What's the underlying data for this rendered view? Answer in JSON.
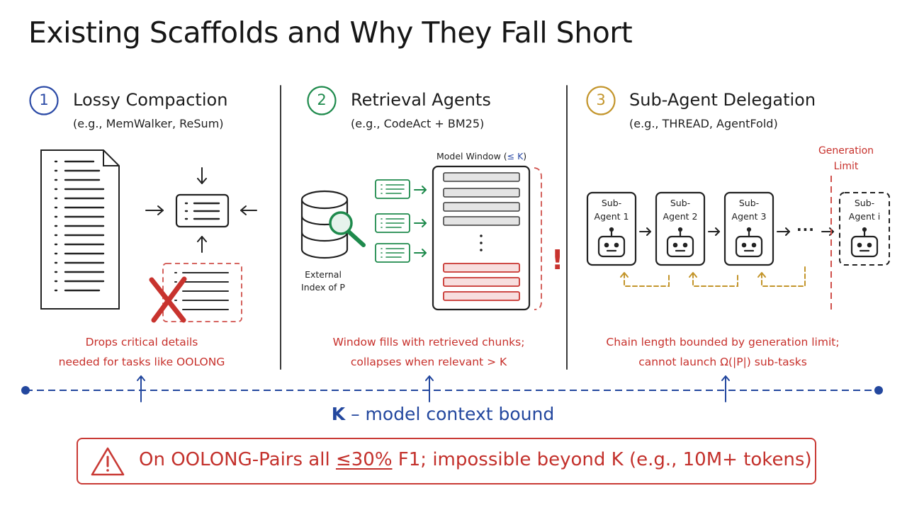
{
  "title": "Existing Scaffolds and Why They Fall Short",
  "sections": [
    {
      "number": "1",
      "title": "Lossy Compaction",
      "subtitle": "(e.g., MemWalker, ReSum)",
      "note_line1": "Drops critical details",
      "note_line2": "needed for tasks like OOLONG",
      "color": "#2b4aa6"
    },
    {
      "number": "2",
      "title": "Retrieval Agents",
      "subtitle": "(e.g., CodeAct + BM25)",
      "note_line1": "Window fills with retrieved chunks;",
      "note_line2": "collapses when relevant > K",
      "color": "#1e8a4c",
      "window_label": "Model Window (",
      "window_label_k": "≤ K",
      "window_label_end": ")",
      "index_label_line1": "External",
      "index_label_line2": "Index of P",
      "exclamation": "!"
    },
    {
      "number": "3",
      "title": "Sub-Agent Delegation",
      "subtitle": "(e.g., THREAD, AgentFold)",
      "note_line1": "Chain length bounded by generation limit;",
      "note_line2": "cannot launch Ω(|P|) sub-tasks",
      "color": "#c3952b",
      "generation_limit_line1": "Generation",
      "generation_limit_line2": "Limit",
      "agents": [
        {
          "line1": "Sub-",
          "line2": "Agent 1"
        },
        {
          "line1": "Sub-",
          "line2": "Agent 2"
        },
        {
          "line1": "Sub-",
          "line2": "Agent 3"
        },
        {
          "line1": "Sub-",
          "line2": "Agent i"
        }
      ],
      "ellipsis": "···"
    }
  ],
  "axis": {
    "k_symbol": "K",
    "label": "– model context bound"
  },
  "callout": {
    "prefix": "On OOLONG-Pairs all ",
    "emphasis": "≤30%",
    "suffix": " F1; impossible beyond K (e.g., 10M+ tokens)"
  },
  "colors": {
    "red": "#c7302b",
    "blue": "#23479e",
    "green": "#1e8a4c",
    "gold": "#c3952b"
  }
}
